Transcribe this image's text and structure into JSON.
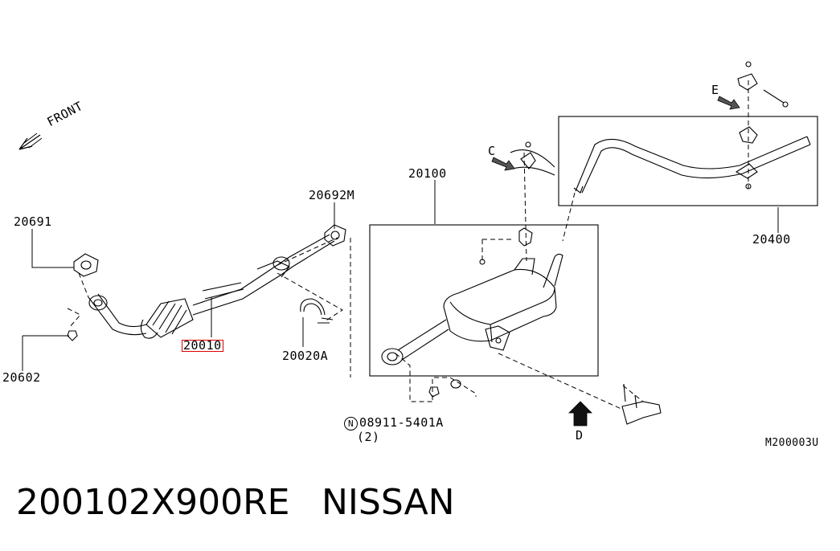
{
  "labels": {
    "front": "FRONT",
    "part_20691": "20691",
    "part_20602": "20602",
    "part_20010": "20010",
    "part_20692M": "20692M",
    "part_20020A": "20020A",
    "part_20100": "20100",
    "part_20400": "20400",
    "view_c": "C",
    "view_d": "D",
    "view_e": "E",
    "bolt_mark": "N",
    "bolt_part": "08911-5401A",
    "bolt_qty": "(2)",
    "drawing_code": "M200003U"
  },
  "footer": {
    "part_number": "200102X900RE",
    "brand": "NISSAN"
  },
  "colors": {
    "highlight": "#e00000",
    "line": "#000000",
    "arrow_fill": "#555555"
  }
}
